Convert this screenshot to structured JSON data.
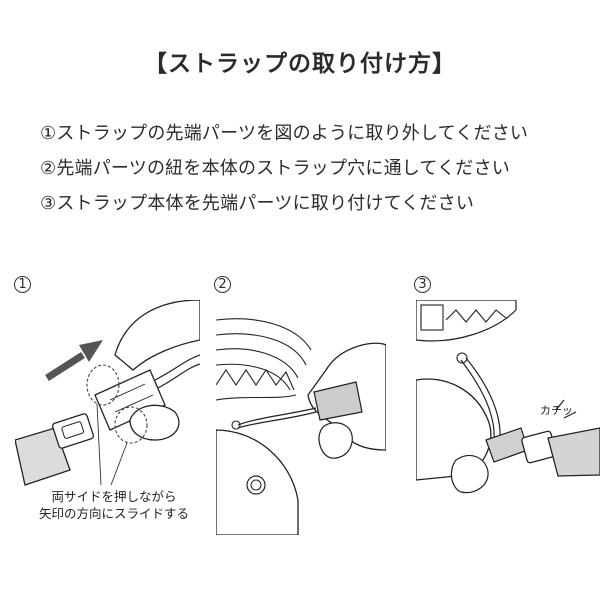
{
  "title": "【ストラップの取り付け方】",
  "steps": [
    "①ストラップの先端パーツを図のように取り外してください",
    "②先端パーツの紐を本体のストラップ穴に通してください",
    "③ストラップ本体を先端パーツに取り付けてください"
  ],
  "figures": [
    {
      "number": "1"
    },
    {
      "number": "2"
    },
    {
      "number": "3"
    }
  ],
  "figure1_note": [
    "両サイドを押しながら",
    "矢印の方向にスライドする"
  ],
  "figure3_sound": "カチッ",
  "colors": {
    "text": "#2b2b2b",
    "arrow": "#555555",
    "line": "#222222",
    "shade": "#d4d4d4"
  }
}
